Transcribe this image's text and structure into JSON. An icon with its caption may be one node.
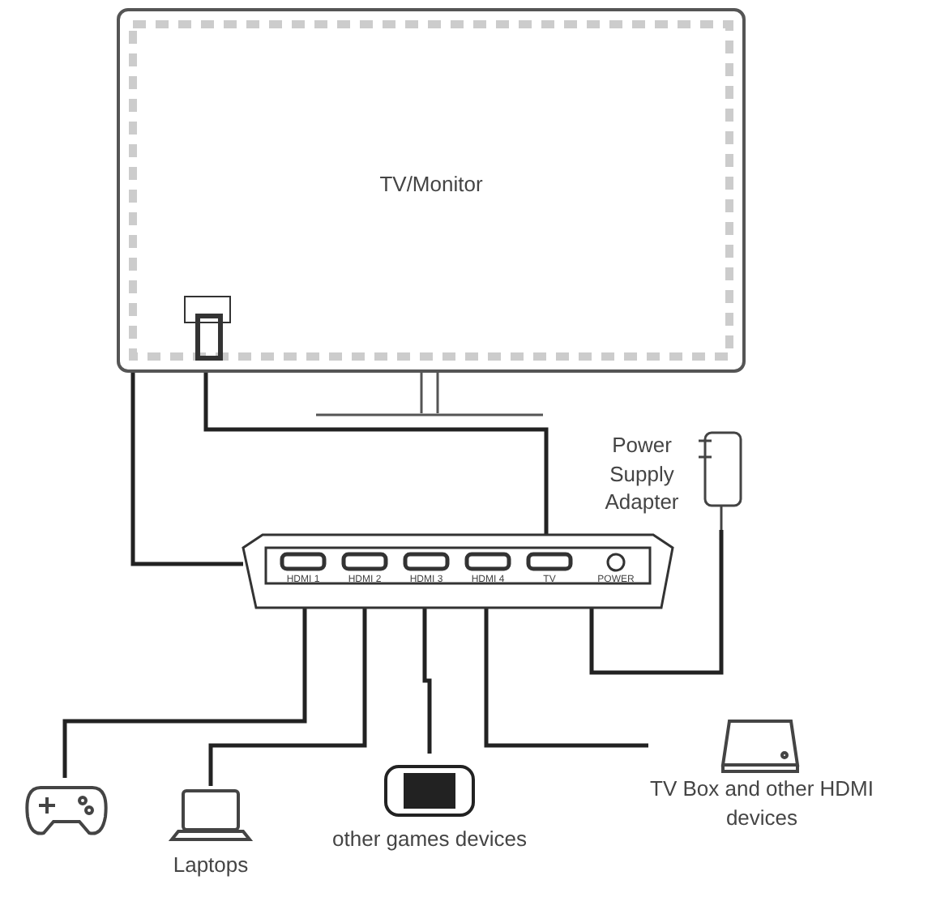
{
  "diagram": {
    "nodes": [
      {
        "text": [
          "TV/Monitor"
        ]
      },
      {
        "text": [],
        "shape": "box"
      },
      {
        "text": [
          "Power Supply Adapter"
        ]
      },
      {
        "text": [],
        "shape": "gamepad"
      },
      {
        "text": [
          "Laptops"
        ]
      },
      {
        "text": [
          "other games devices"
        ]
      },
      {
        "text": [
          "TV Box and other HDMI devices"
        ]
      }
    ],
    "edges": [
      {
        "from": 0,
        "to": 1,
        "arrow": "none"
      },
      {
        "from": 0,
        "to": 1,
        "arrow": "none"
      },
      {
        "from": 2,
        "to": 1,
        "arrow": "none"
      },
      {
        "from": 1,
        "to": 3,
        "arrow": "none"
      },
      {
        "from": 1,
        "to": 4,
        "arrow": "none"
      },
      {
        "from": 1,
        "to": 5,
        "arrow": "none"
      },
      {
        "from": 1,
        "to": 6,
        "arrow": "none"
      }
    ],
    "labels": [
      "HDMI 1",
      "HDMI 2",
      "HDMI 3",
      "HDMI 4",
      "TV",
      "POWER"
    ]
  }
}
